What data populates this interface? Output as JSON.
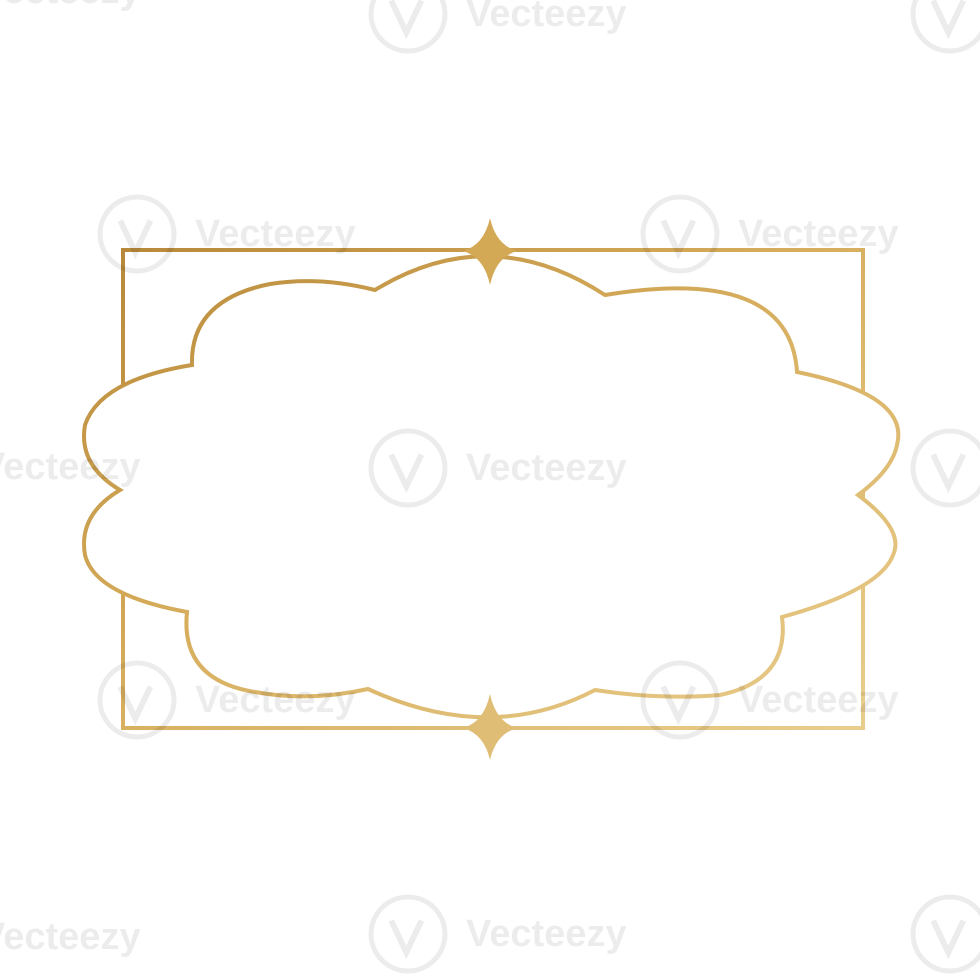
{
  "artwork": {
    "subject": "gold-ornamental-frame",
    "colors": {
      "gold_dark": "#b8893a",
      "gold_mid": "#d6ad5c",
      "gold_light": "#e9cd8d",
      "background": "#ffffff"
    }
  },
  "watermarks": {
    "brand": "Vecteezy",
    "text": "Vecteezy",
    "text_short": "Vecteezy",
    "icon": "vecteezy-v-logo-icon"
  }
}
